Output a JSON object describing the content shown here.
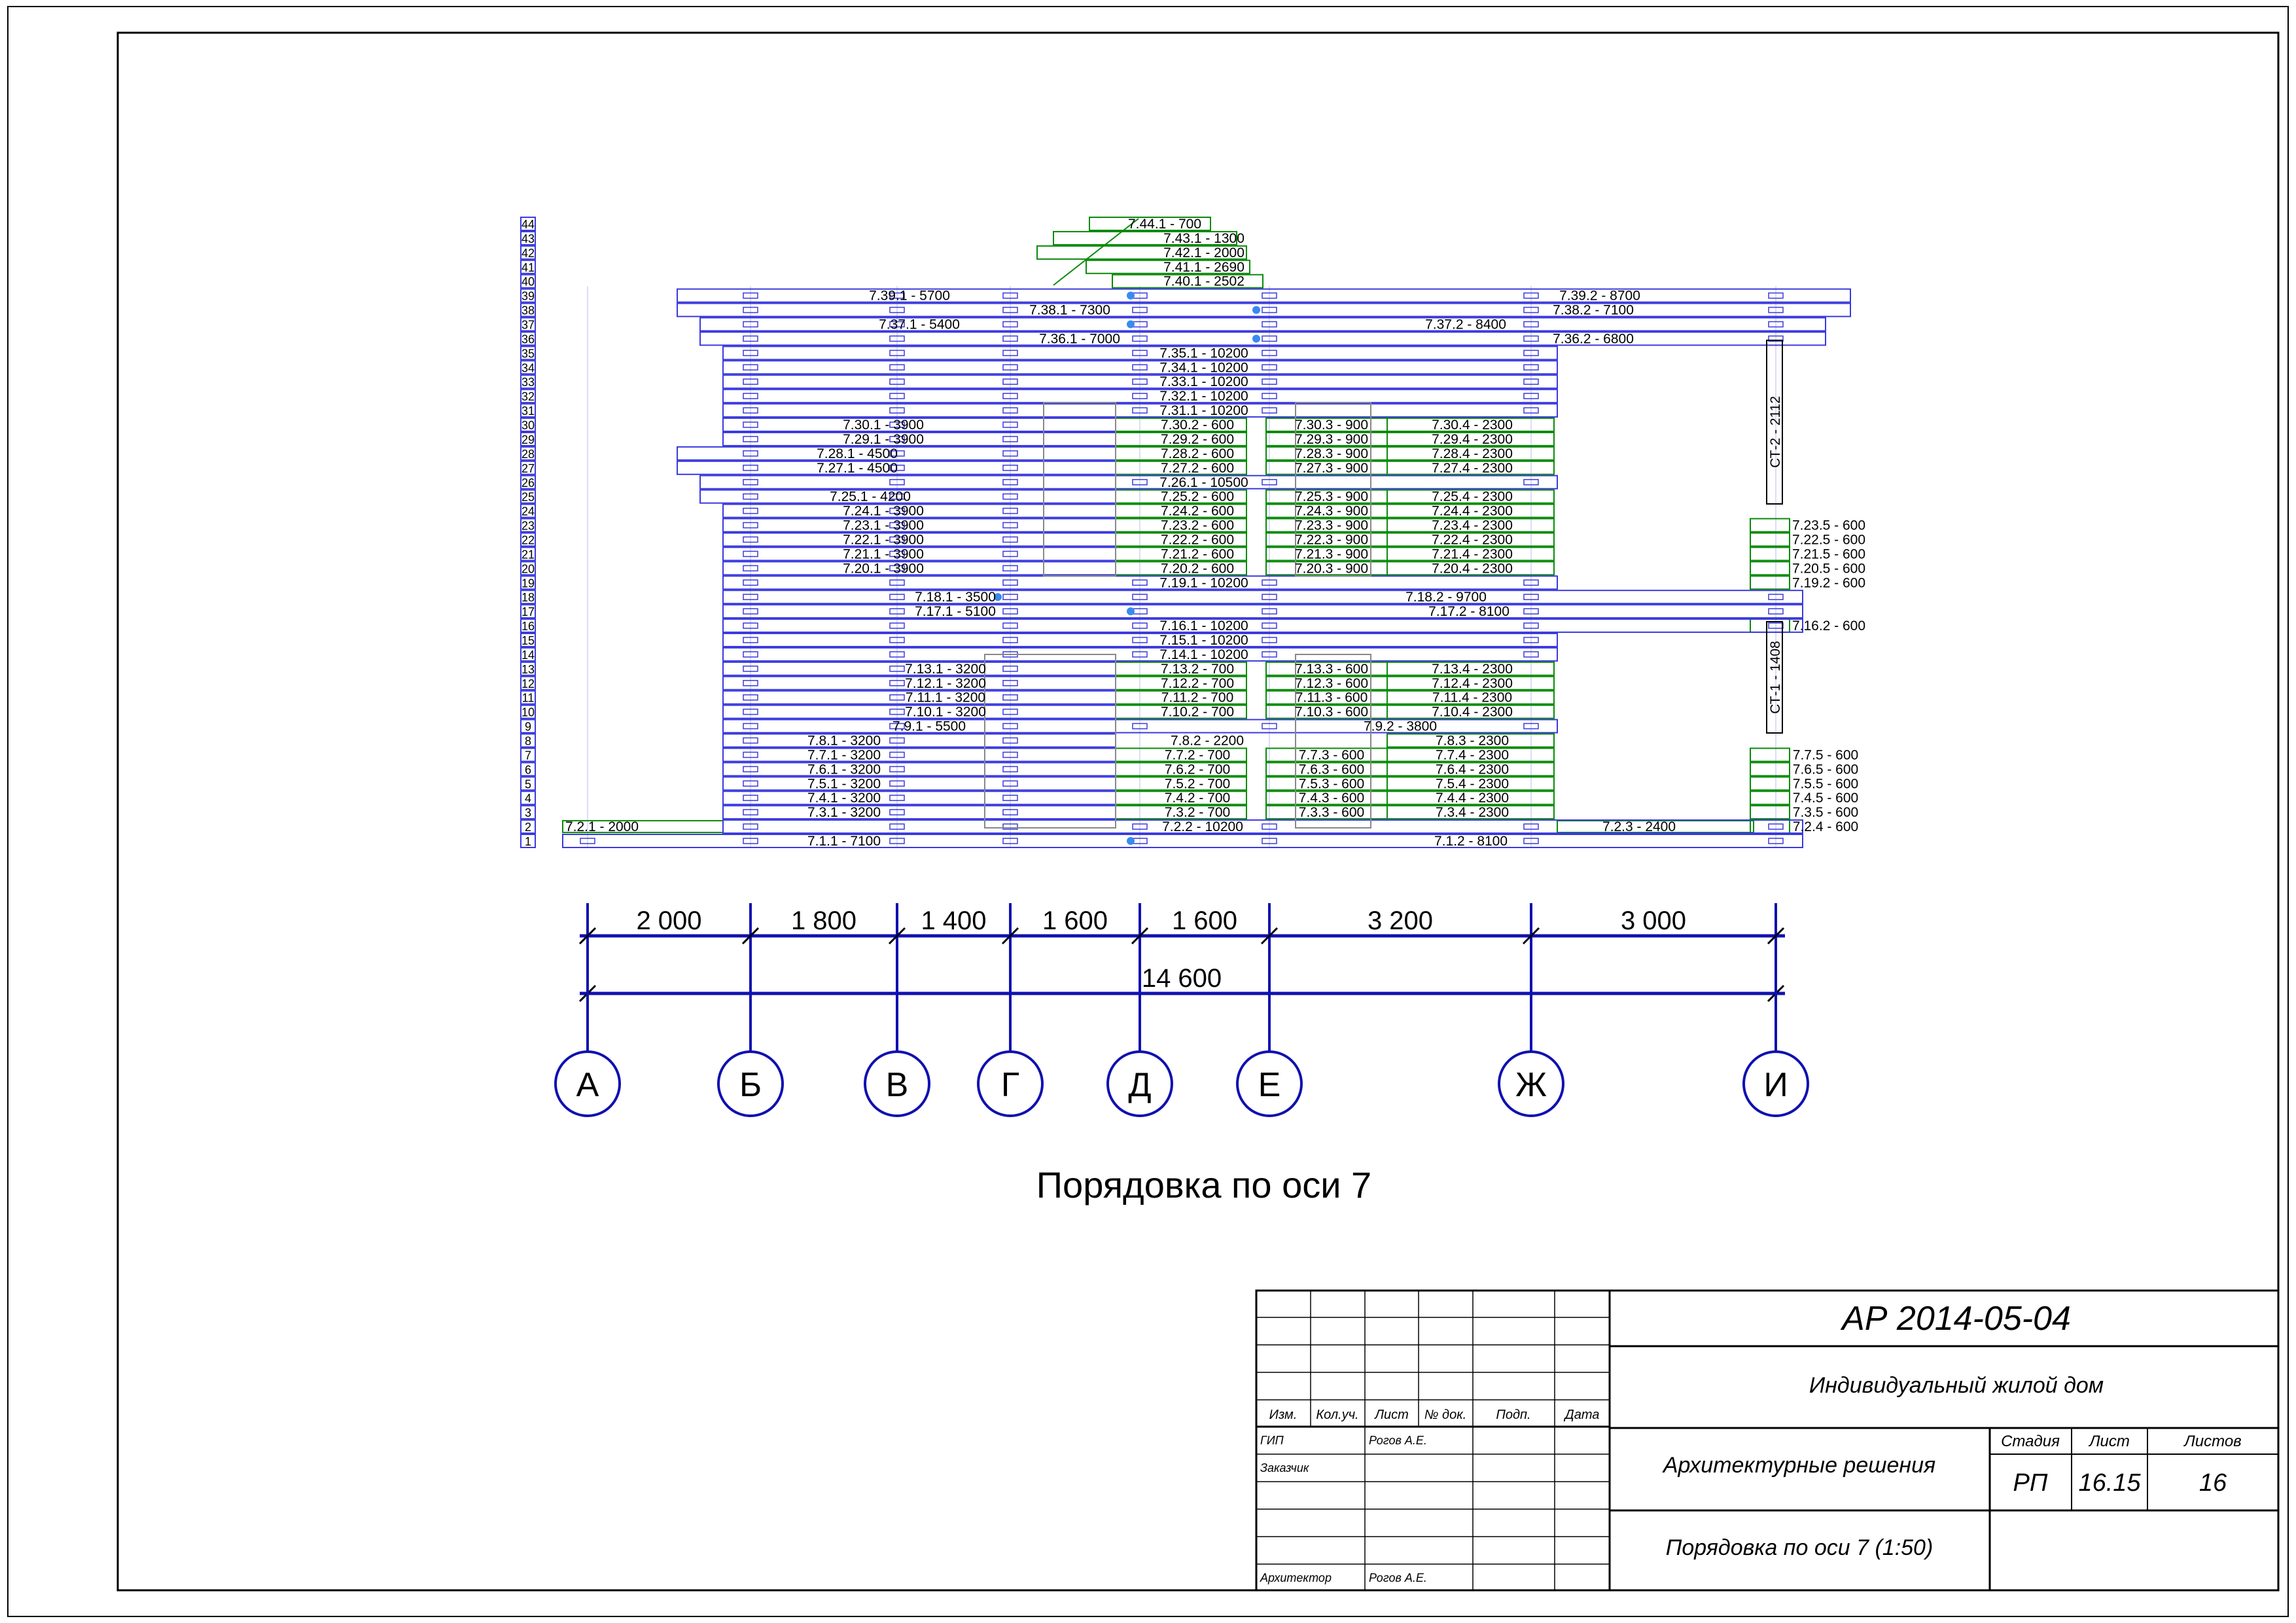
{
  "title": "Порядовка по оси 7",
  "axes": [
    {
      "label": "А"
    },
    {
      "label": "Б"
    },
    {
      "label": "В"
    },
    {
      "label": "Г"
    },
    {
      "label": "Д"
    },
    {
      "label": "Е"
    },
    {
      "label": "Ж"
    },
    {
      "label": "И"
    }
  ],
  "dimensions": {
    "segments": [
      "2 000",
      "1 800",
      "1 400",
      "1 600",
      "1 600",
      "3 200",
      "3 000"
    ],
    "total": "14 600"
  },
  "rows": [
    {
      "n": "1",
      "logs": [
        {
          "label": "7.1.1 - 7100"
        },
        {
          "label": "7.1.2 - 8100"
        }
      ]
    },
    {
      "n": "2",
      "logs": [
        {
          "label": "7.2.1 - 2000"
        },
        {
          "label": "7.2.2 - 10200"
        },
        {
          "label": "7.2.3 - 2400"
        },
        {
          "label": "7.2.4 - 600"
        }
      ]
    },
    {
      "n": "3",
      "logs": [
        {
          "label": "7.3.1 - 3200"
        },
        {
          "label": "7.3.2 - 700"
        },
        {
          "label": "7.3.3 - 600"
        },
        {
          "label": "7.3.4 - 2300"
        },
        {
          "label": "7.3.5 - 600"
        }
      ]
    },
    {
      "n": "4",
      "logs": [
        {
          "label": "7.4.1 - 3200"
        },
        {
          "label": "7.4.2 - 700"
        },
        {
          "label": "7.4.3 - 600"
        },
        {
          "label": "7.4.4 - 2300"
        },
        {
          "label": "7.4.5 - 600"
        }
      ]
    },
    {
      "n": "5",
      "logs": [
        {
          "label": "7.5.1 - 3200"
        },
        {
          "label": "7.5.2 - 700"
        },
        {
          "label": "7.5.3 - 600"
        },
        {
          "label": "7.5.4 - 2300"
        },
        {
          "label": "7.5.5 - 600"
        }
      ]
    },
    {
      "n": "6",
      "logs": [
        {
          "label": "7.6.1 - 3200"
        },
        {
          "label": "7.6.2 - 700"
        },
        {
          "label": "7.6.3 - 600"
        },
        {
          "label": "7.6.4 - 2300"
        },
        {
          "label": "7.6.5 - 600"
        }
      ]
    },
    {
      "n": "7",
      "logs": [
        {
          "label": "7.7.1 - 3200"
        },
        {
          "label": "7.7.2 - 700"
        },
        {
          "label": "7.7.3 - 600"
        },
        {
          "label": "7.7.4 - 2300"
        },
        {
          "label": "7.7.5 - 600"
        }
      ]
    },
    {
      "n": "8",
      "logs": [
        {
          "label": "7.8.1 - 3200"
        },
        {
          "label": "7.8.2 - 2200"
        },
        {
          "label": "7.8.3 - 2300"
        }
      ]
    },
    {
      "n": "9",
      "logs": [
        {
          "label": "7.9.1 - 5500"
        },
        {
          "label": "7.9.2 - 3800"
        }
      ]
    },
    {
      "n": "10",
      "logs": [
        {
          "label": "7.10.1 - 3200"
        },
        {
          "label": "7.10.2 - 700"
        },
        {
          "label": "7.10.3 - 600"
        },
        {
          "label": "7.10.4 - 2300"
        }
      ]
    },
    {
      "n": "11",
      "logs": [
        {
          "label": "7.11.1 - 3200"
        },
        {
          "label": "7.11.2 - 700"
        },
        {
          "label": "7.11.3 - 600"
        },
        {
          "label": "7.11.4 - 2300"
        }
      ]
    },
    {
      "n": "12",
      "logs": [
        {
          "label": "7.12.1 - 3200"
        },
        {
          "label": "7.12.2 - 700"
        },
        {
          "label": "7.12.3 - 600"
        },
        {
          "label": "7.12.4 - 2300"
        }
      ]
    },
    {
      "n": "13",
      "logs": [
        {
          "label": "7.13.1 - 3200"
        },
        {
          "label": "7.13.2 - 700"
        },
        {
          "label": "7.13.3 - 600"
        },
        {
          "label": "7.13.4 - 2300"
        }
      ]
    },
    {
      "n": "14",
      "logs": [
        {
          "label": "7.14.1 - 10200"
        }
      ]
    },
    {
      "n": "15",
      "logs": [
        {
          "label": "7.15.1 - 10200"
        }
      ]
    },
    {
      "n": "16",
      "logs": [
        {
          "label": "7.16.1 - 10200"
        },
        {
          "label": "7.16.2 - 600"
        }
      ]
    },
    {
      "n": "17",
      "logs": [
        {
          "label": "7.17.1 - 5100"
        },
        {
          "label": "7.17.2 - 8100"
        }
      ]
    },
    {
      "n": "18",
      "logs": [
        {
          "label": "7.18.1 - 3500"
        },
        {
          "label": "7.18.2 - 9700"
        }
      ]
    },
    {
      "n": "19",
      "logs": [
        {
          "label": "7.19.1 - 10200"
        },
        {
          "label": "7.19.2 - 600"
        }
      ]
    },
    {
      "n": "20",
      "logs": [
        {
          "label": "7.20.1 - 3900"
        },
        {
          "label": "7.20.2 - 600"
        },
        {
          "label": "7.20.3 - 900"
        },
        {
          "label": "7.20.4 - 2300"
        },
        {
          "label": "7.20.5 - 600"
        }
      ]
    },
    {
      "n": "21",
      "logs": [
        {
          "label": "7.21.1 - 3900"
        },
        {
          "label": "7.21.2 - 600"
        },
        {
          "label": "7.21.3 - 900"
        },
        {
          "label": "7.21.4 - 2300"
        },
        {
          "label": "7.21.5 - 600"
        }
      ]
    },
    {
      "n": "22",
      "logs": [
        {
          "label": "7.22.1 - 3900"
        },
        {
          "label": "7.22.2 - 600"
        },
        {
          "label": "7.22.3 - 900"
        },
        {
          "label": "7.22.4 - 2300"
        },
        {
          "label": "7.22.5 - 600"
        }
      ]
    },
    {
      "n": "23",
      "logs": [
        {
          "label": "7.23.1 - 3900"
        },
        {
          "label": "7.23.2 - 600"
        },
        {
          "label": "7.23.3 - 900"
        },
        {
          "label": "7.23.4 - 2300"
        },
        {
          "label": "7.23.5 - 600"
        }
      ]
    },
    {
      "n": "24",
      "logs": [
        {
          "label": "7.24.1 - 3900"
        },
        {
          "label": "7.24.2 - 600"
        },
        {
          "label": "7.24.3 - 900"
        },
        {
          "label": "7.24.4 - 2300"
        }
      ]
    },
    {
      "n": "25",
      "logs": [
        {
          "label": "7.25.1 - 4200"
        },
        {
          "label": "7.25.2 - 600"
        },
        {
          "label": "7.25.3 - 900"
        },
        {
          "label": "7.25.4 - 2300"
        }
      ]
    },
    {
      "n": "26",
      "logs": [
        {
          "label": "7.26.1 - 10500"
        }
      ]
    },
    {
      "n": "27",
      "logs": [
        {
          "label": "7.27.1 - 4500"
        },
        {
          "label": "7.27.2 - 600"
        },
        {
          "label": "7.27.3 - 900"
        },
        {
          "label": "7.27.4 - 2300"
        }
      ]
    },
    {
      "n": "28",
      "logs": [
        {
          "label": "7.28.1 - 4500"
        },
        {
          "label": "7.28.2 - 600"
        },
        {
          "label": "7.28.3 - 900"
        },
        {
          "label": "7.28.4 - 2300"
        }
      ]
    },
    {
      "n": "29",
      "logs": [
        {
          "label": "7.29.1 - 3900"
        },
        {
          "label": "7.29.2 - 600"
        },
        {
          "label": "7.29.3 - 900"
        },
        {
          "label": "7.29.4 - 2300"
        }
      ]
    },
    {
      "n": "30",
      "logs": [
        {
          "label": "7.30.1 - 3900"
        },
        {
          "label": "7.30.2 - 600"
        },
        {
          "label": "7.30.3 - 900"
        },
        {
          "label": "7.30.4 - 2300"
        }
      ]
    },
    {
      "n": "31",
      "logs": [
        {
          "label": "7.31.1 - 10200"
        }
      ]
    },
    {
      "n": "32",
      "logs": [
        {
          "label": "7.32.1 - 10200"
        }
      ]
    },
    {
      "n": "33",
      "logs": [
        {
          "label": "7.33.1 - 10200"
        }
      ]
    },
    {
      "n": "34",
      "logs": [
        {
          "label": "7.34.1 - 10200"
        }
      ]
    },
    {
      "n": "35",
      "logs": [
        {
          "label": "7.35.1 - 10200"
        }
      ]
    },
    {
      "n": "36",
      "logs": [
        {
          "label": "7.36.1 - 7000"
        },
        {
          "label": "7.36.2 - 6800"
        }
      ]
    },
    {
      "n": "37",
      "logs": [
        {
          "label": "7.37.1 - 5400"
        },
        {
          "label": "7.37.2 - 8400"
        }
      ]
    },
    {
      "n": "38",
      "logs": [
        {
          "label": "7.38.1 - 7300"
        },
        {
          "label": "7.38.2 - 7100"
        }
      ]
    },
    {
      "n": "39",
      "logs": [
        {
          "label": "7.39.1 - 5700"
        },
        {
          "label": "7.39.2 - 8700"
        }
      ]
    },
    {
      "n": "40",
      "logs": [
        {
          "label": "7.40.1 - 2502"
        }
      ]
    },
    {
      "n": "41",
      "logs": [
        {
          "label": "7.41.1 - 2690"
        }
      ]
    },
    {
      "n": "42",
      "logs": [
        {
          "label": "7.42.1 - 2000"
        }
      ]
    },
    {
      "n": "43",
      "logs": [
        {
          "label": "7.43.1 - 1300"
        }
      ]
    },
    {
      "n": "44",
      "logs": [
        {
          "label": "7.44.1 - 700"
        }
      ]
    }
  ],
  "posts": [
    {
      "label": "СТ-1 - 1408"
    },
    {
      "label": "СТ-2 - 2112"
    }
  ],
  "stamp": {
    "code": "АР 2014-05-04",
    "project": "Индивидуальный жилой дом",
    "section": "Архитектурные решения",
    "sheet_name": "Порядовка по оси 7 (1:50)",
    "headers": [
      "Изм.",
      "Кол.уч.",
      "Лист",
      "№ док.",
      "Подп.",
      "Дата"
    ],
    "roles": [
      {
        "role": "ГИП",
        "name": "Рогов А.Е."
      },
      {
        "role": "Заказчик",
        "name": ""
      },
      {
        "role": "",
        "name": ""
      },
      {
        "role": "",
        "name": ""
      },
      {
        "role": "Архитектор",
        "name": "Рогов А.Е."
      }
    ],
    "stage_label": "Стадия",
    "sheet_label": "Лист",
    "sheets_label": "Листов",
    "stage": "РП",
    "sheet": "16.15",
    "sheets": "16"
  },
  "colors": {
    "wall": "#3a3adf",
    "insert": "#0a8a0a",
    "axis": "#1010b0",
    "text": "#000000"
  }
}
